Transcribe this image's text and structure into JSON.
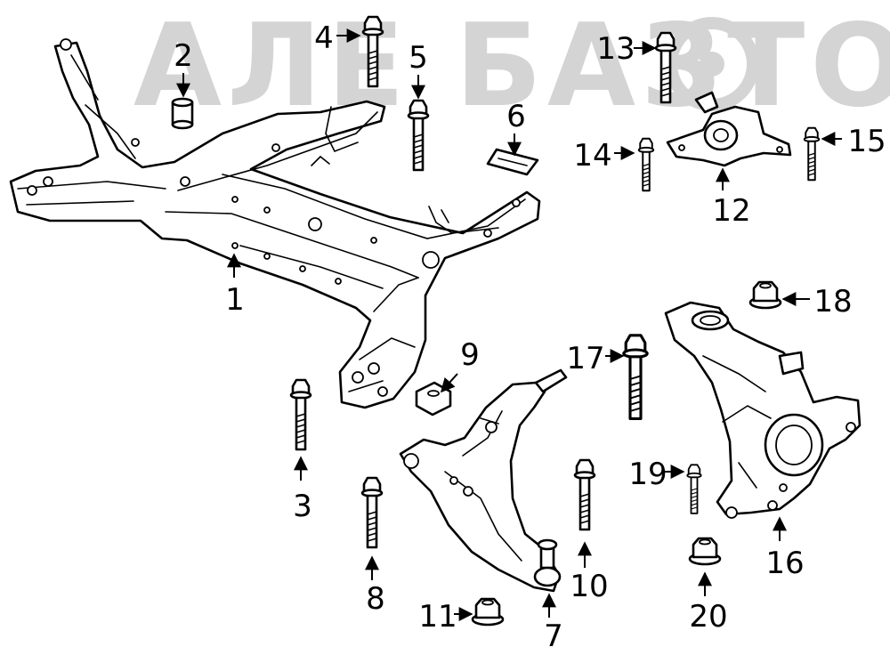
{
  "watermark": {
    "text": "АЛЕ БАЗТО",
    "color": "#d4d4d4"
  },
  "callouts": [
    "1",
    "2",
    "3",
    "4",
    "5",
    "6",
    "7",
    "8",
    "9",
    "10",
    "11",
    "12",
    "13",
    "14",
    "15",
    "16",
    "17",
    "18",
    "19",
    "20"
  ],
  "colors": {
    "line": "#000000",
    "background": "#ffffff"
  }
}
